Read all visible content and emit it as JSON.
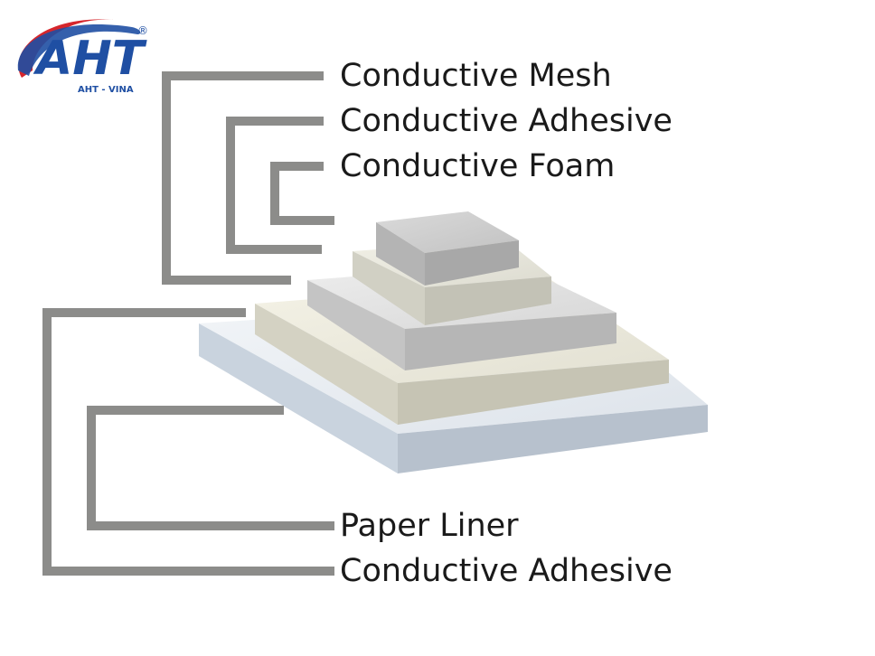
{
  "logo": {
    "text": "AHT",
    "subtext": "AHT - VINA",
    "mark": "®",
    "colors": {
      "primary": "#1f4fa3",
      "accent": "#d6262c"
    }
  },
  "labels": {
    "top": [
      "Conductive Mesh",
      "Conductive Adhesive",
      "Conductive Foam"
    ],
    "bottom": [
      "Paper Liner",
      "Conductive Adhesive"
    ]
  },
  "colors": {
    "bracket": "#8c8c8a",
    "text": "#1a1a1a"
  }
}
